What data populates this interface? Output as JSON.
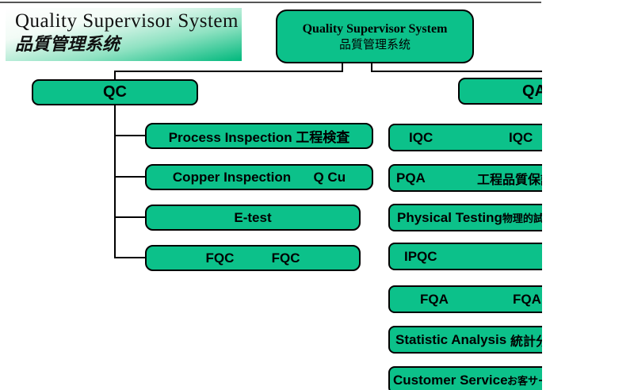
{
  "banner": {
    "title_en": "Quality Supervisor System",
    "title_cjk": "品質管理系统"
  },
  "root": {
    "title_en": "Quality Supervisor System",
    "title_cjk": "品質管理系统"
  },
  "qc_branch": {
    "label": "QC",
    "children": [
      "Process Inspection 工程検査",
      "Copper Inspection      Q Cu",
      "E-test",
      "FQC          FQC"
    ]
  },
  "qa_branch": {
    "label": "QA",
    "rows": [
      {
        "left": "IQC",
        "right": "IQC"
      },
      {
        "left": "PQA",
        "right": "工程品質保証"
      },
      {
        "left": "Physical Testing",
        "right": "物理的試験"
      },
      {
        "left": "IPQC",
        "right": ""
      },
      {
        "left": "FQA",
        "right": "FQA"
      },
      {
        "left": "Statistic Analysis",
        "right": "統計分析"
      },
      {
        "left": "Customer Service",
        "right": "お客サービス"
      }
    ]
  },
  "colors": {
    "node_fill": "#0cc18a",
    "node_border": "#000000",
    "banner_gradient_end": "#00b87c",
    "top_rule": "#555555",
    "connector": "#000000"
  }
}
